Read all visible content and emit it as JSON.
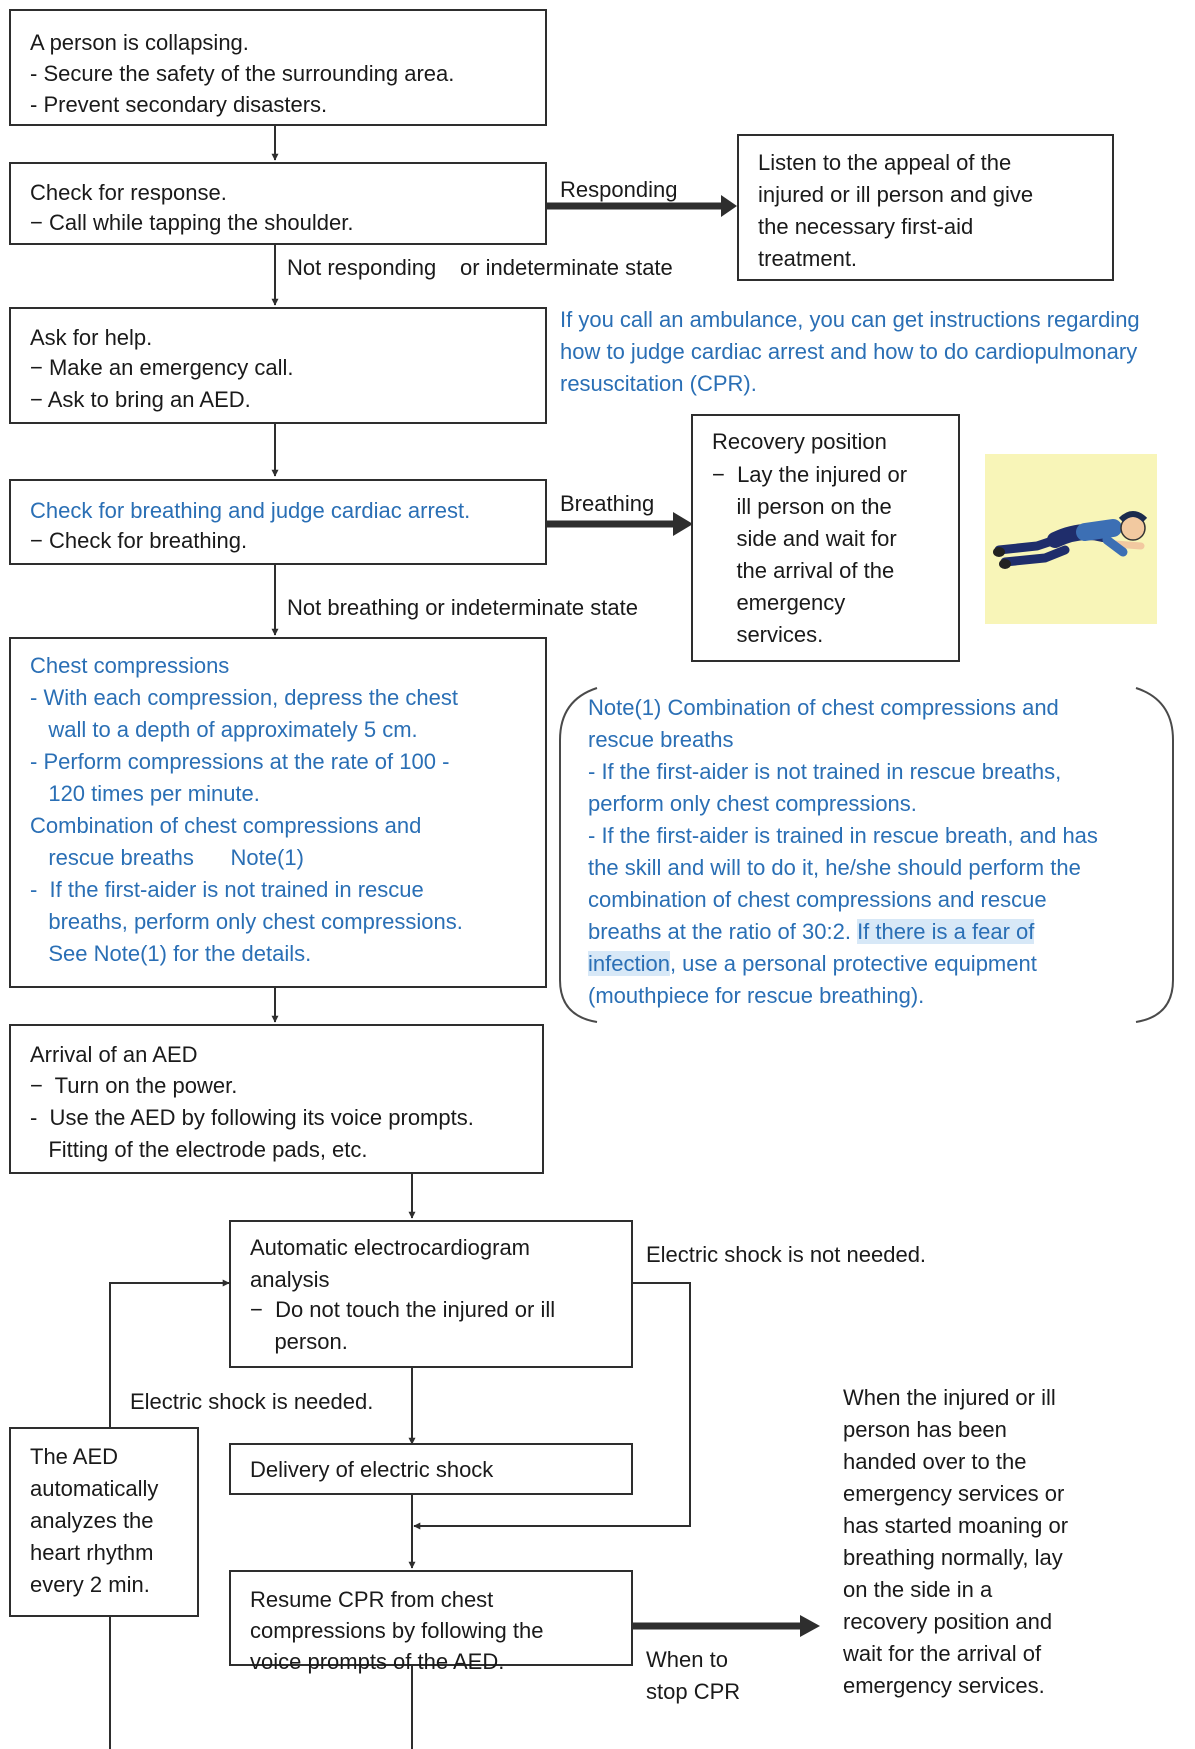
{
  "start_box": {
    "title": "A person is collapsing.",
    "items": [
      "-  Secure the safety of the surrounding area.",
      "-  Prevent secondary disasters."
    ]
  },
  "check_response": {
    "title": "Check for response.",
    "items": [
      "−  Call while tapping the shoulder."
    ]
  },
  "responding_label": "Responding",
  "first_aid_box": {
    "lines": [
      "Listen to the appeal of the",
      "injured or ill person and give",
      "the necessary first-aid",
      "treatment."
    ]
  },
  "not_responding_label": "Not responding",
  "indeterminate_label": "or indeterminate state",
  "ask_help": {
    "title": "Ask for help.",
    "items": [
      "−  Make an emergency call.",
      "−  Ask to bring an AED."
    ]
  },
  "ambulance_note": {
    "lines": [
      "If you call an ambulance, you can get instructions regarding",
      "how to judge cardiac arrest and how to do cardiopulmonary",
      "resuscitation (CPR)."
    ]
  },
  "check_breathing": {
    "title": "Check for breathing and judge cardiac arrest.",
    "items": [
      "−  Check for breathing."
    ]
  },
  "breathing_label": "Breathing",
  "recovery_box": {
    "title": "Recovery position",
    "lines": [
      "−  Lay the injured or",
      "    ill person on the",
      "    side and wait for",
      "    the arrival of the",
      "    emergency",
      "    services."
    ]
  },
  "not_breathing_label": "Not breathing or indeterminate state",
  "chest_box": {
    "lines": [
      "Chest compressions",
      "- With each compression, depress the chest",
      "   wall to a depth of approximately 5 cm.",
      "- Perform compressions at the rate of 100 -",
      "   120 times per minute.",
      "Combination of chest compressions and",
      "   rescue breaths      Note(1)",
      "-  If the first-aider is not trained in rescue",
      "   breaths, perform only chest compressions.",
      "   See Note(1) for the details."
    ]
  },
  "note_box": {
    "lines": [
      "Note(1) Combination of chest compressions and",
      "rescue breaths",
      "- If the first-aider is not trained in rescue breaths,",
      "perform only chest compressions.",
      "- If the first-aider is trained in rescue breath, and has",
      "the skill and will to do it, he/she should perform the",
      "combination of chest compressions and rescue"
    ],
    "line8_pre": "breaths at the ratio of 30:2. ",
    "line8_hl": "If there is a fear of",
    "line9_hl": "infection",
    "line9_post": ", use a personal protective equipment",
    "line10": "(mouthpiece for rescue breathing)."
  },
  "aed_box": {
    "title": "Arrival of an AED",
    "lines": [
      "−  Turn on the power.",
      "-  Use the AED by following its voice prompts.",
      "   Fitting of the electrode pads, etc."
    ]
  },
  "analysis_box": {
    "lines": [
      "Automatic electrocardiogram",
      "analysis",
      "−  Do not touch the injured or ill",
      "    person."
    ]
  },
  "shock_not_needed_label": "Electric shock is not needed.",
  "shock_needed_label": "Electric shock is needed.",
  "aed_auto_box": {
    "lines": [
      "The AED",
      "automatically",
      "analyzes the",
      "heart rhythm",
      "every 2 min."
    ]
  },
  "delivery_box": {
    "text": "Delivery of electric shock"
  },
  "resume_box": {
    "lines": [
      "Resume CPR from chest",
      "compressions by following the",
      "voice prompts of the AED."
    ]
  },
  "stop_cpr_label": [
    "When to",
    "stop CPR"
  ],
  "final_note": {
    "lines": [
      "When the injured or ill",
      "person has been",
      "handed over to the",
      "emergency services or",
      "has started moaning or",
      "breathing normally, lay",
      "on the side in a",
      "recovery position and",
      "wait for the arrival of",
      "emergency services."
    ]
  },
  "colors": {
    "accent_blue": "#2a6fb5",
    "line": "#2e2e2e",
    "highlight": "#d7e8f7",
    "illustration_bg": "#f8f5b8"
  }
}
